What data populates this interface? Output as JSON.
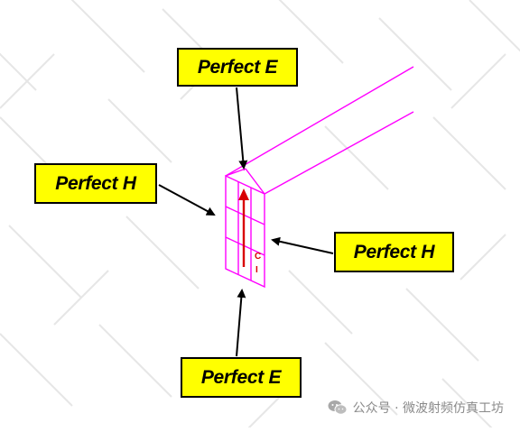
{
  "labels": {
    "top_e": "Perfect E",
    "left_h": "Perfect H",
    "right_h": "Perfect H",
    "bottom_e": "Perfect E"
  },
  "port_marks": {
    "upper": "C",
    "lower": "I"
  },
  "watermark": {
    "text": "公众号 · 微波射频仿真工坊",
    "icon": "wechat-icon"
  },
  "colors": {
    "callout_fill": "#ffff00",
    "callout_border": "#000000",
    "waveguide_outline": "#ff00ff",
    "field_arrow": "#d80000",
    "pointer_arrow": "#000000",
    "background_hatch": "#e6e6e6",
    "watermark_text": "#8a8a8a"
  }
}
